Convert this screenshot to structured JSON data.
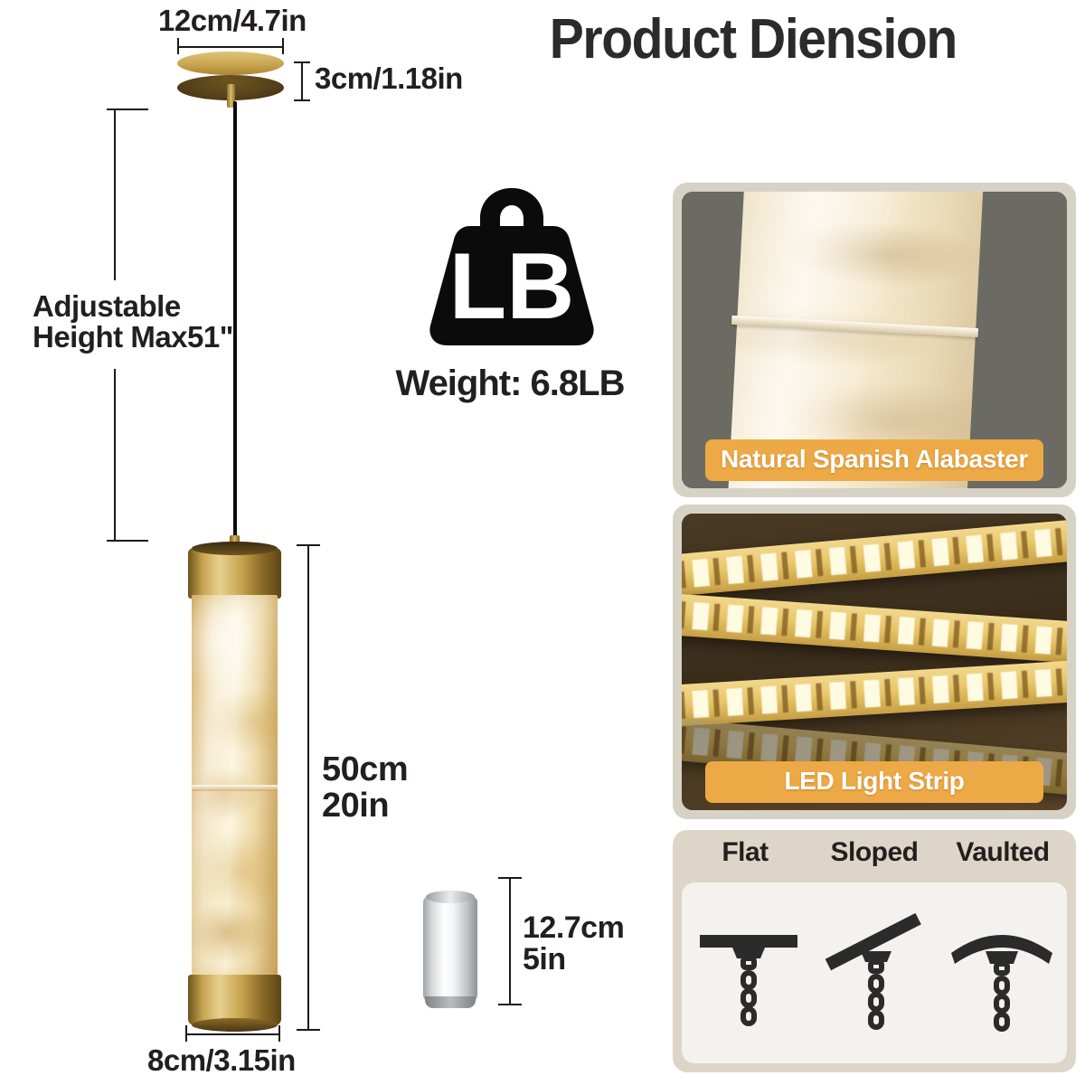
{
  "title": "Product Diension",
  "dimensions": {
    "canopy_width": "12cm/4.7in",
    "canopy_height": "3cm/1.18in",
    "adjustable_height": "Adjustable\nHeight Max51\"",
    "shade_height": "50cm\n20in",
    "shade_width": "8cm/3.15in",
    "can_height": "12.7cm\n5in"
  },
  "weight": {
    "icon_text": "LB",
    "label": "Weight: 6.8LB"
  },
  "panels": [
    {
      "name": "alabaster",
      "badge": "Natural Spanish Alabaster"
    },
    {
      "name": "led",
      "badge": "LED Light Strip"
    }
  ],
  "ceiling": {
    "types": [
      "Flat",
      "Sloped",
      "Vaulted"
    ]
  },
  "colors": {
    "accent_orange": "#EDA945",
    "panel_frame": "#D7D2C6",
    "stone_panel_bg": "#6B6B64",
    "ceiling_header": "#DDD6C8",
    "ceiling_body": "#F4F2EE",
    "text_dark": "#231F20",
    "brass": "#C8A650"
  }
}
